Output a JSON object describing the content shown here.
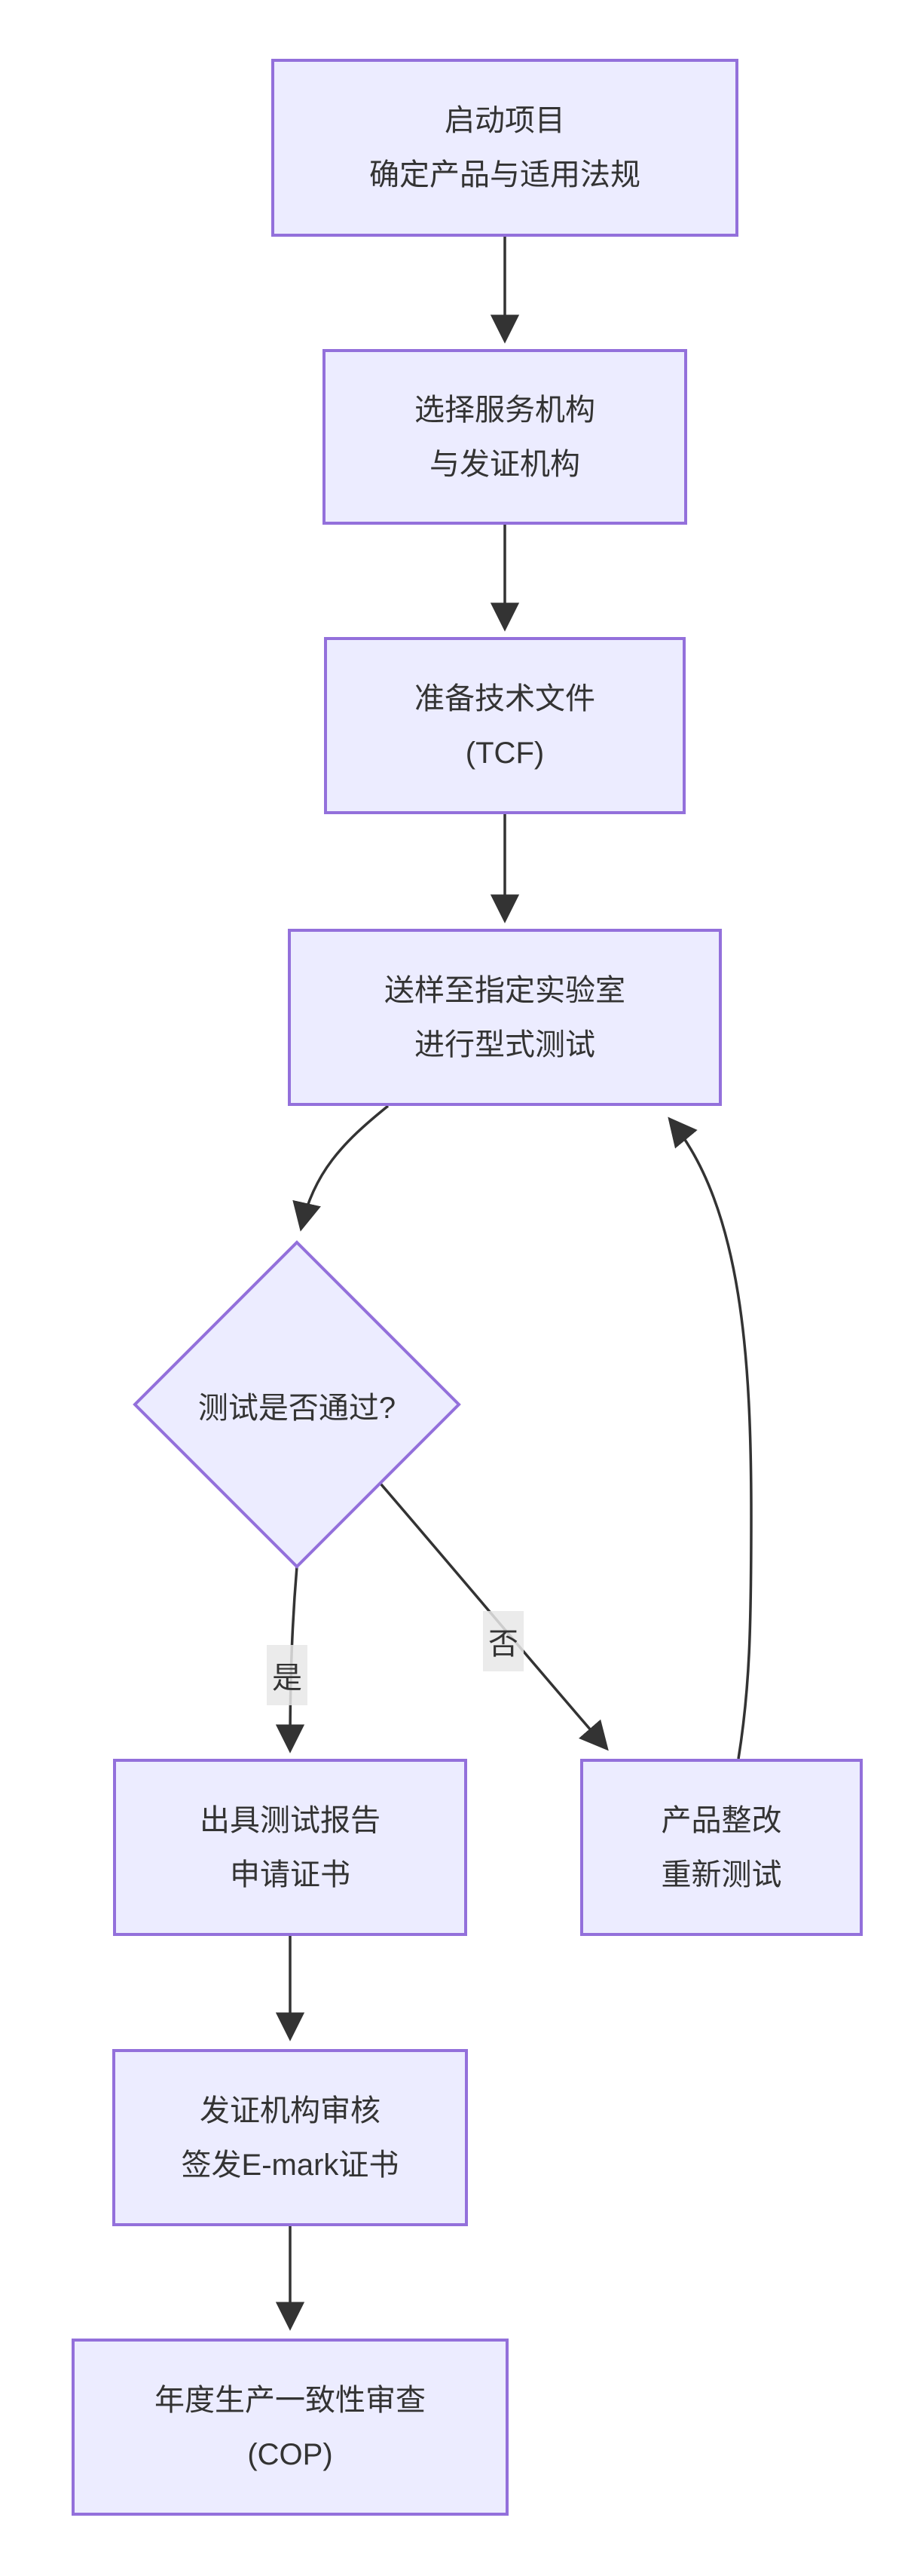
{
  "diagram": {
    "type": "flowchart-top-down",
    "colors": {
      "background": "#ffffff",
      "node_fill": "#ECECFF",
      "node_border": "#9370DB",
      "edge_color": "#333333",
      "text_color": "#333333",
      "edge_label_bg": "#e8e8e8"
    },
    "nodes": {
      "start": {
        "lines": [
          "启动项目",
          "确定产品与适用法规"
        ]
      },
      "select_agency": {
        "lines": [
          "选择服务机构",
          "与发证机构"
        ]
      },
      "prepare_tcf": {
        "lines": [
          "准备技术文件",
          "(TCF)"
        ]
      },
      "type_test": {
        "lines": [
          "送样至指定实验室",
          "进行型式测试"
        ]
      },
      "decision": {
        "text": "测试是否通过?"
      },
      "report_cert": {
        "lines": [
          "出具测试报告",
          "申请证书"
        ]
      },
      "rework": {
        "lines": [
          "产品整改",
          "重新测试"
        ]
      },
      "issue_cert": {
        "lines": [
          "发证机构审核",
          "签发E-mark证书"
        ]
      },
      "cop": {
        "lines": [
          "年度生产一致性审查",
          "(COP)"
        ]
      }
    },
    "edge_labels": {
      "yes": "是",
      "no": "否"
    }
  }
}
